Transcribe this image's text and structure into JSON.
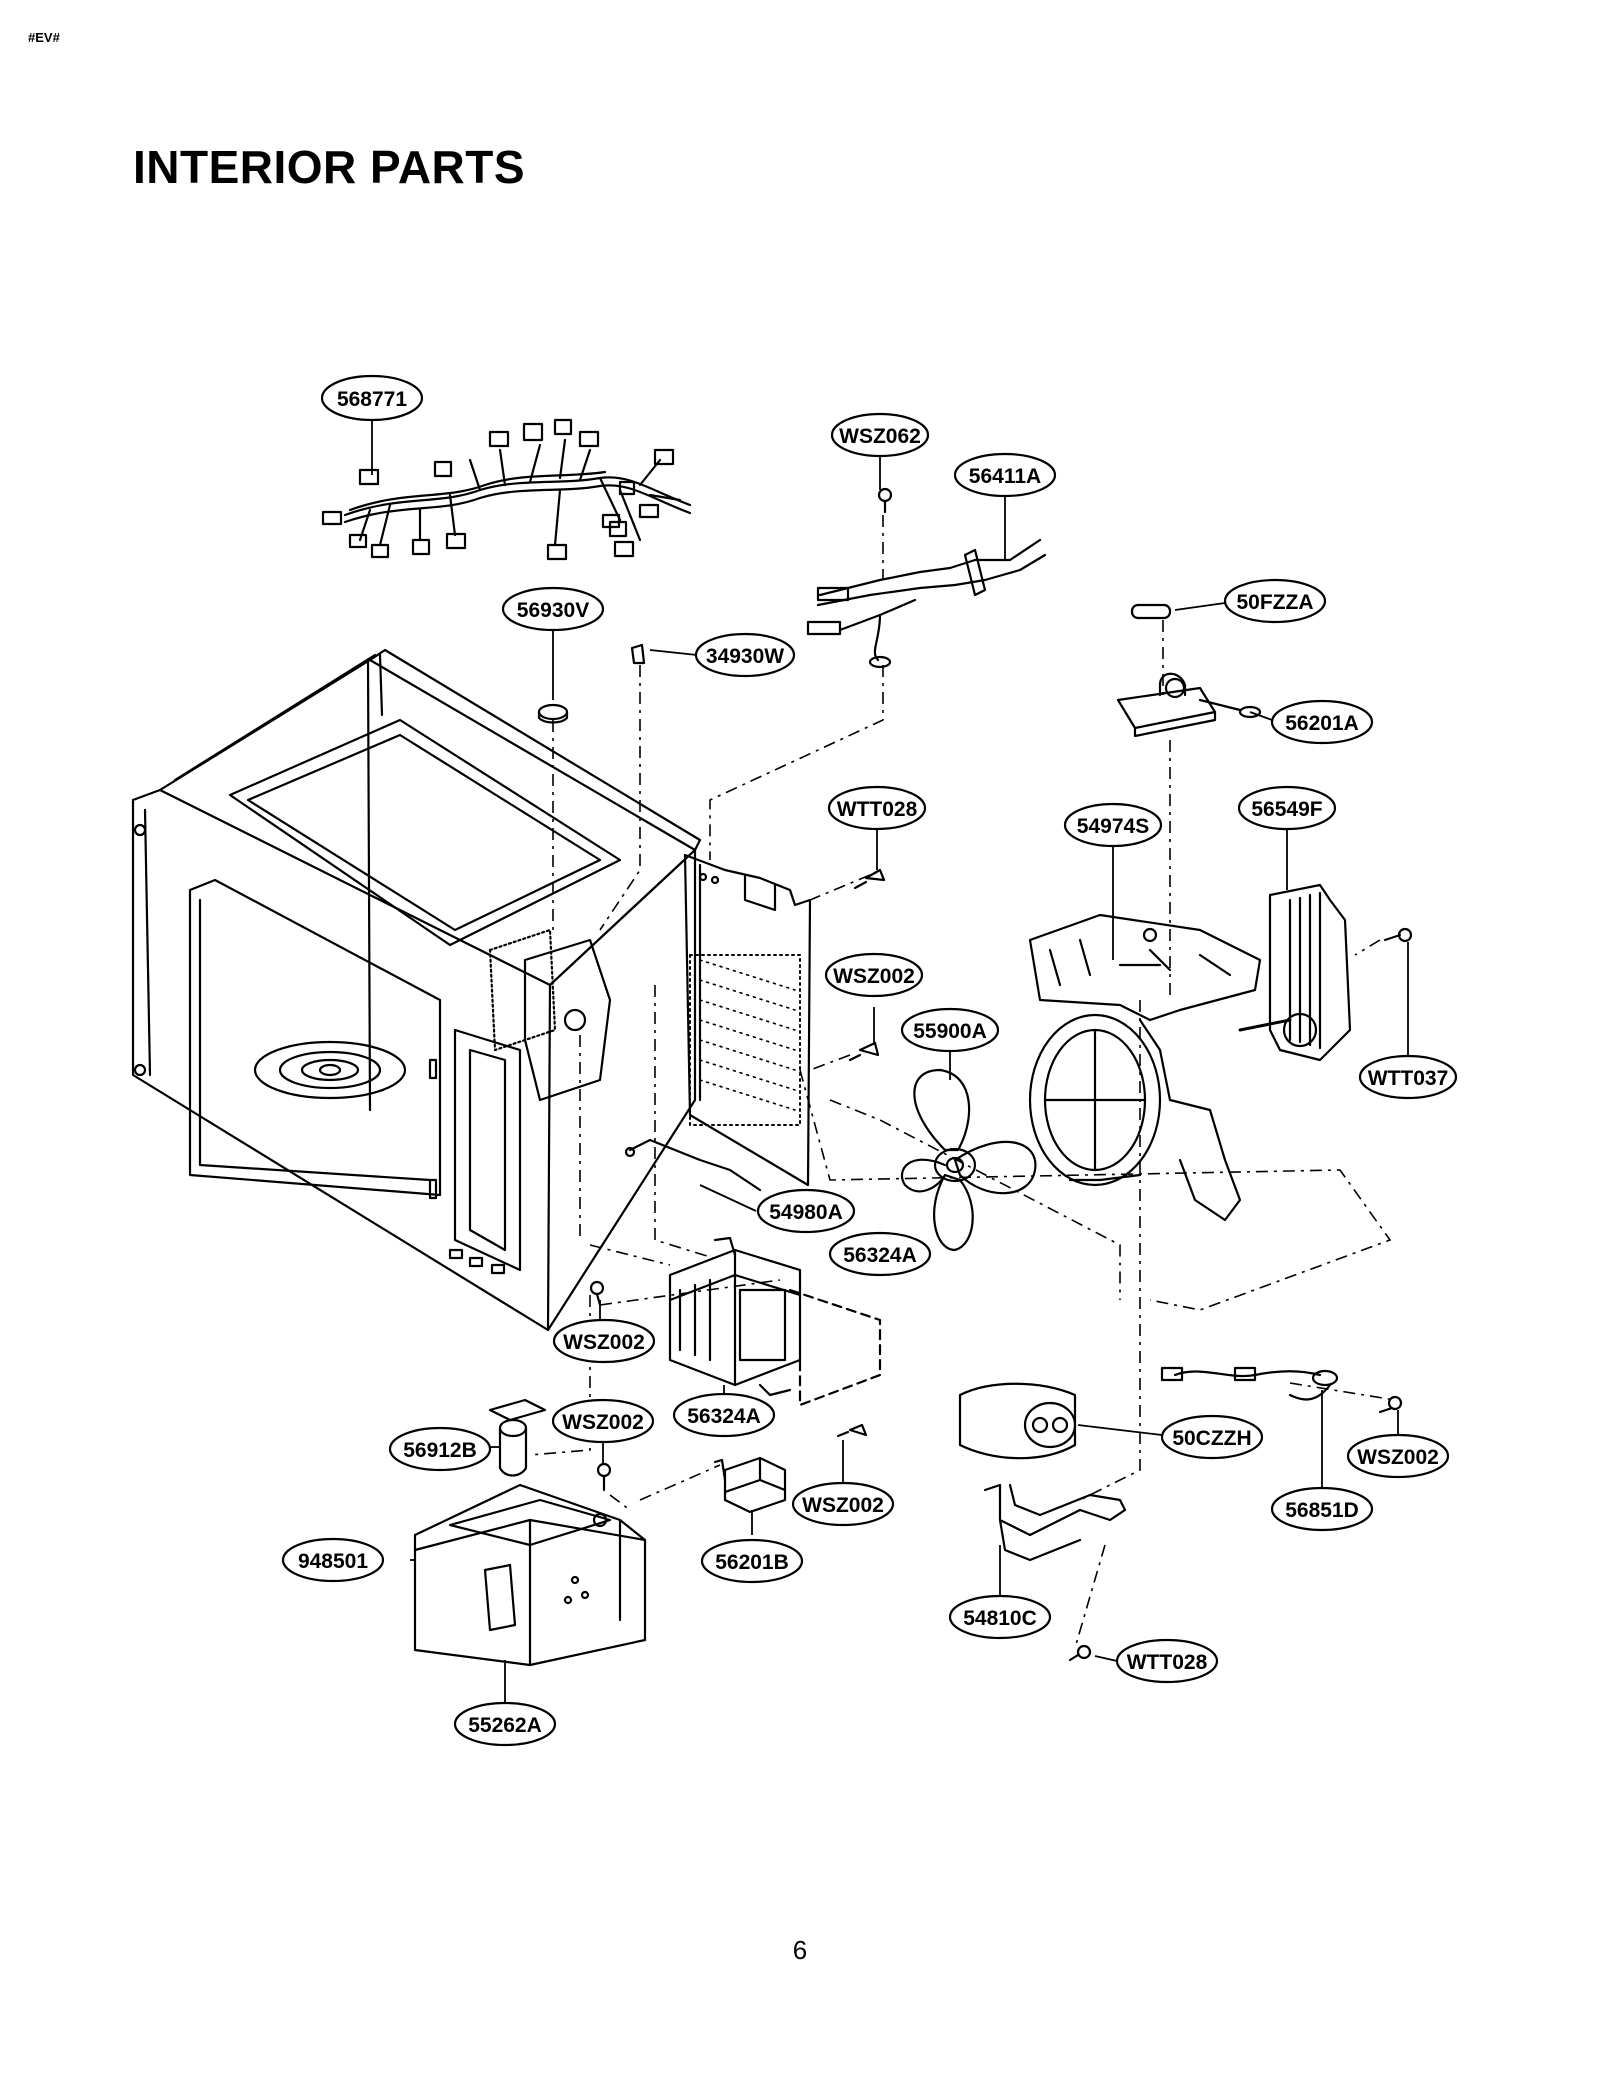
{
  "header": {
    "code": "#EV#"
  },
  "page": {
    "title": "INTERIOR PARTS",
    "number": "6"
  },
  "diagram": {
    "callouts": [
      {
        "id": "c-568771",
        "text": "568771"
      },
      {
        "id": "c-wsz062",
        "text": "WSZ062"
      },
      {
        "id": "c-56411a",
        "text": "56411A"
      },
      {
        "id": "c-56930v",
        "text": "56930V"
      },
      {
        "id": "c-34930w",
        "text": "34930W"
      },
      {
        "id": "c-50fzza",
        "text": "50FZZA"
      },
      {
        "id": "c-56201a",
        "text": "56201A"
      },
      {
        "id": "c-wtt028-top",
        "text": "WTT028"
      },
      {
        "id": "c-54974s",
        "text": "54974S"
      },
      {
        "id": "c-56549f",
        "text": "56549F"
      },
      {
        "id": "c-wsz002-mid",
        "text": "WSZ002"
      },
      {
        "id": "c-55900a",
        "text": "55900A"
      },
      {
        "id": "c-wtt037",
        "text": "WTT037"
      },
      {
        "id": "c-54980a",
        "text": "54980A"
      },
      {
        "id": "c-56324a-top",
        "text": "56324A"
      },
      {
        "id": "c-wsz002-left",
        "text": "WSZ002"
      },
      {
        "id": "c-56324a-bottom",
        "text": "56324A"
      },
      {
        "id": "c-56912b",
        "text": "56912B"
      },
      {
        "id": "c-wsz002-lower",
        "text": "WSZ002"
      },
      {
        "id": "c-wsz002-center",
        "text": "WSZ002"
      },
      {
        "id": "c-50czzh",
        "text": "50CZZH"
      },
      {
        "id": "c-wsz002-right",
        "text": "WSZ002"
      },
      {
        "id": "c-56851d",
        "text": "56851D"
      },
      {
        "id": "c-948501",
        "text": "948501"
      },
      {
        "id": "c-56201b",
        "text": "56201B"
      },
      {
        "id": "c-54810c",
        "text": "54810C"
      },
      {
        "id": "c-wtt028-bottom",
        "text": "WTT028"
      },
      {
        "id": "c-55262a",
        "text": "55262A"
      }
    ]
  }
}
